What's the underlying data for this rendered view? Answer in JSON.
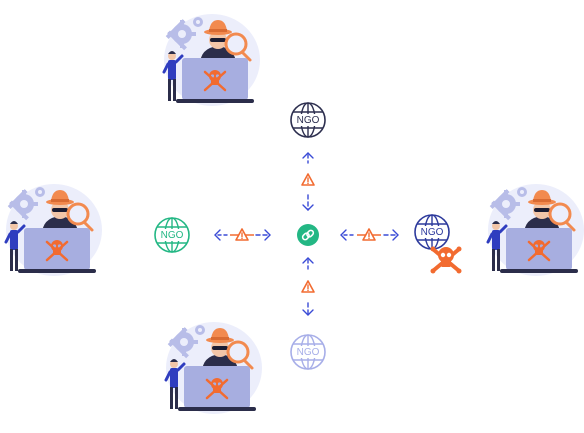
{
  "diagram": {
    "nodes": {
      "top": {
        "label": "NGO",
        "color": "#2d2f4f",
        "state": "normal"
      },
      "left": {
        "label": "NGO",
        "color": "#23b784",
        "state": "secure"
      },
      "right": {
        "label": "NGO",
        "color": "#2d3a9c",
        "state": "compromised"
      },
      "bottom": {
        "label": "NGO",
        "color": "#a7aee8",
        "state": "faded"
      }
    },
    "hub": {
      "icon": "link-icon",
      "color": "#23b784"
    },
    "colors": {
      "arrow": "#3a4bd6",
      "warning": "#f26b30",
      "skull": "#f26b30",
      "hacker_hat": "#f28a4f",
      "laptop": "#a7aee0",
      "blob": "#eceefb",
      "gear": "#b8bde8",
      "person": "#2f3dbf"
    }
  }
}
